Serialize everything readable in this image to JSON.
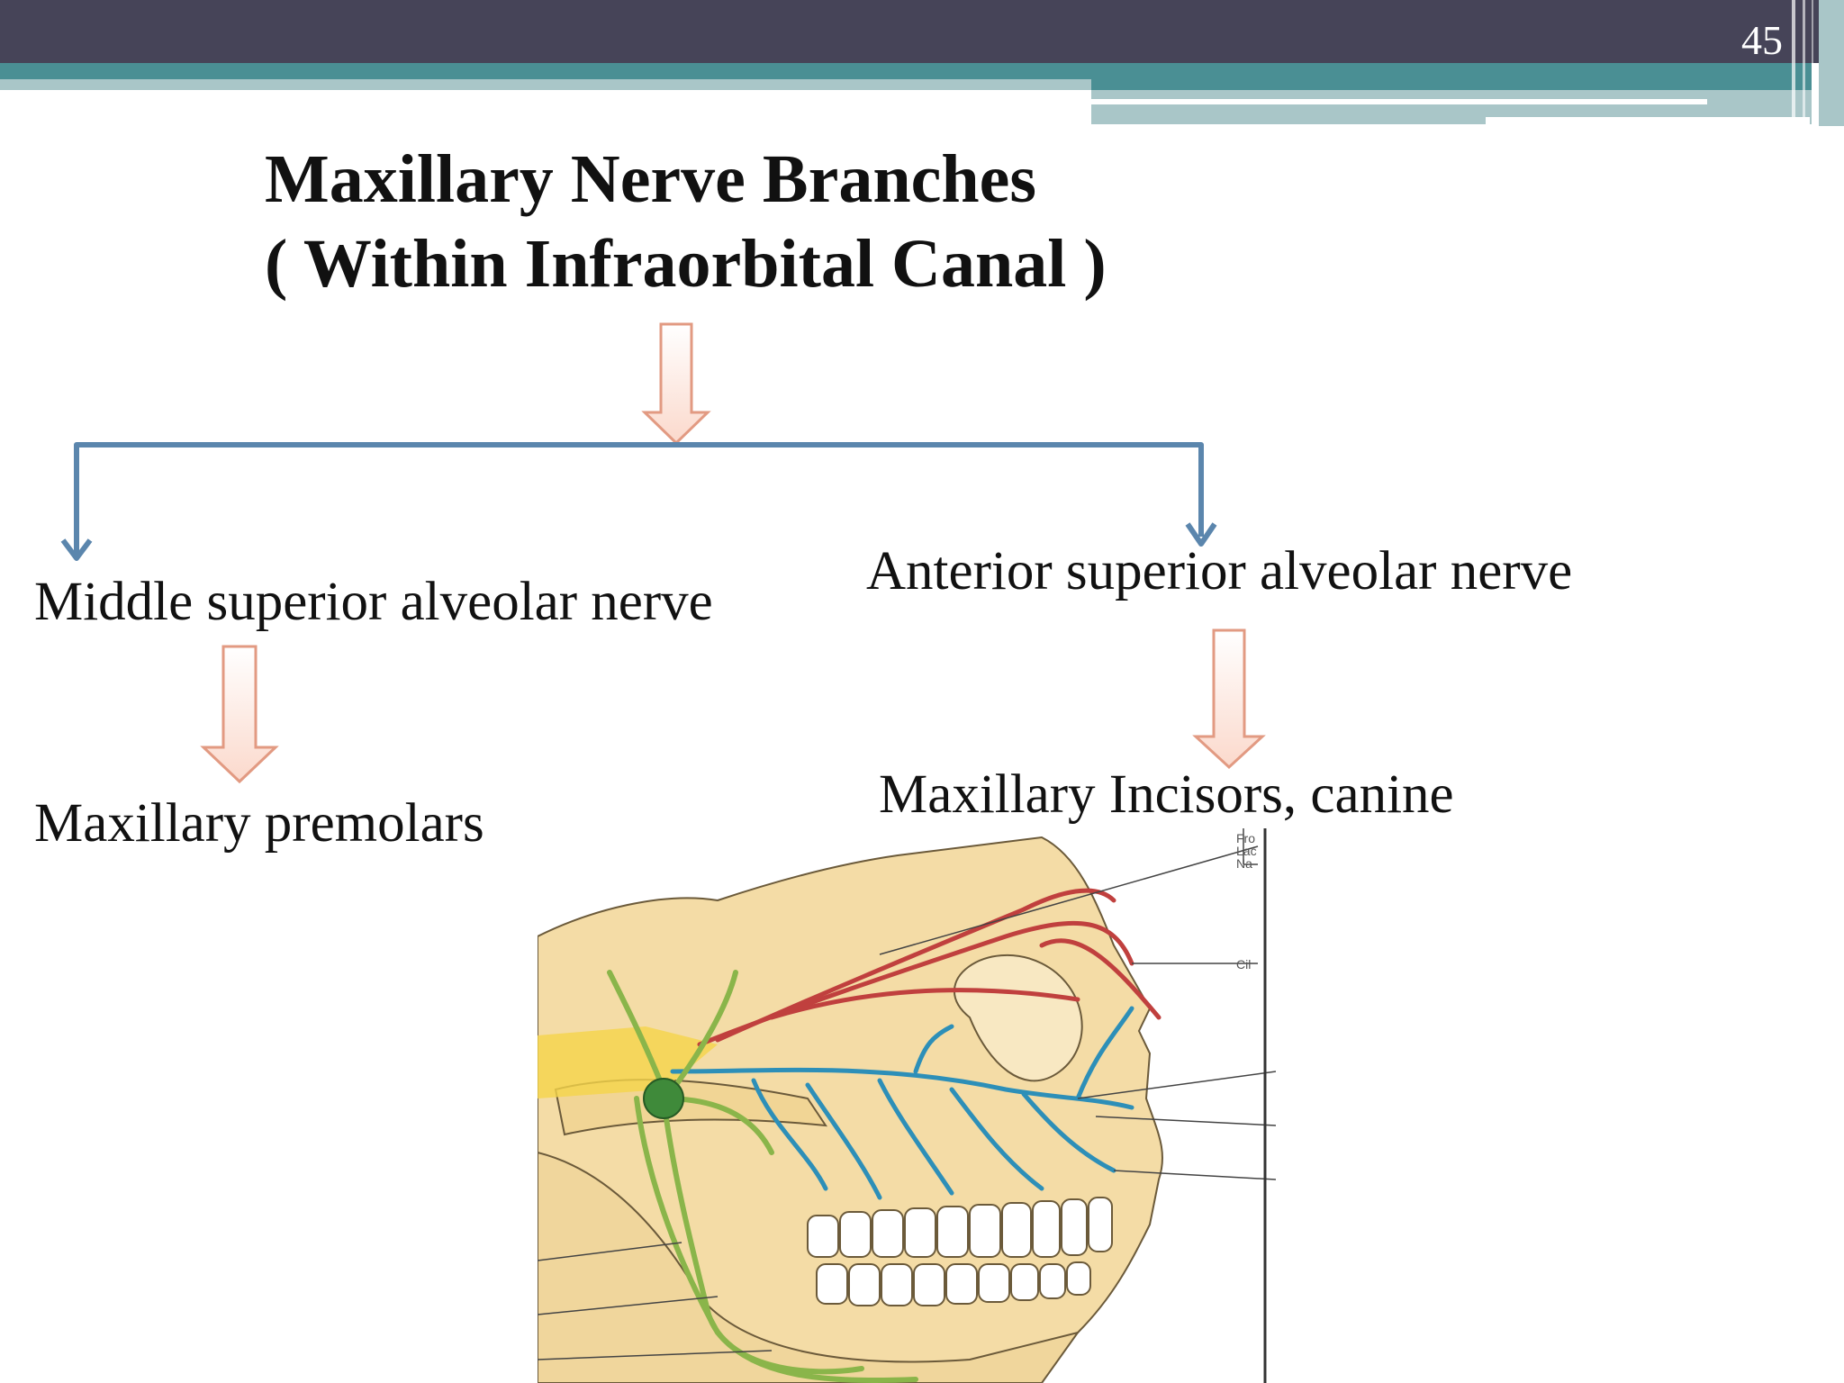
{
  "slide": {
    "number": "45",
    "title_line1": "Maxillary Nerve Branches",
    "title_line2": "( Within Infraorbital Canal )"
  },
  "branches": {
    "left": {
      "nerve": "Middle superior alveolar nerve",
      "target": "Maxillary premolars"
    },
    "right": {
      "nerve": "Anterior superior  alveolar nerve",
      "target": "Maxillary Incisors, canine"
    }
  },
  "colors": {
    "header_dark": "#464458",
    "header_teal": "#4a8f94",
    "header_light": "#a9c6c8",
    "connector_blue": "#5b86ad",
    "arrow_stroke": "#e29a82",
    "nerve_blue": "#2d8fb8",
    "nerve_red": "#c0403e",
    "nerve_green": "#8ab54a",
    "bone": "#f4dca6"
  },
  "figure": {
    "label_fragments": [
      "Fro",
      "Lac",
      "Na",
      "Cil"
    ]
  }
}
